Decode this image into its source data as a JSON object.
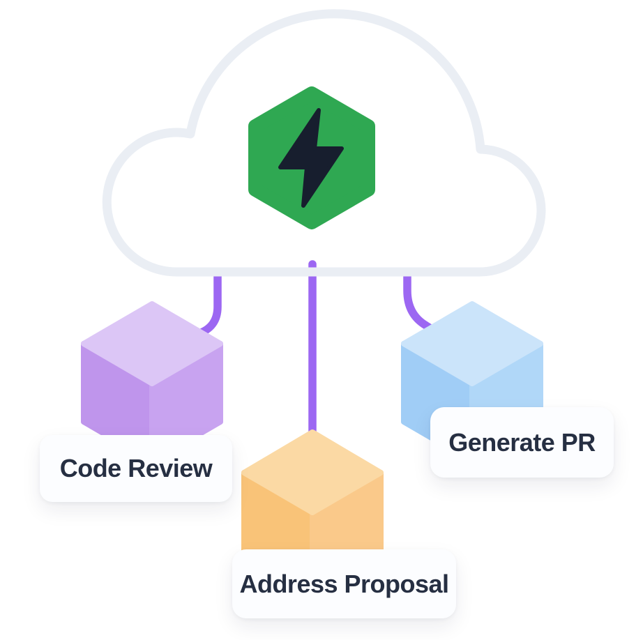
{
  "diagram": {
    "name": "cloud-automation-tasks",
    "hub": {
      "icon": "lightning-bolt-hexagon-icon",
      "container_icon": "cloud-outline-icon"
    },
    "nodes": [
      {
        "id": "code-review",
        "label": "Code Review",
        "icon": "cube-icon",
        "cube_color_name": "purple"
      },
      {
        "id": "address-proposal",
        "label": "Address Proposal",
        "icon": "cube-icon",
        "cube_color_name": "orange"
      },
      {
        "id": "generate-pr",
        "label": "Generate PR",
        "icon": "cube-icon",
        "cube_color_name": "blue"
      }
    ]
  },
  "colors": {
    "background": "#ffffff",
    "cloud_outline": "#eaeef4",
    "hexagon_green": "#2fa852",
    "bolt_dark": "#171e2e",
    "connector_purple": "#9c67f2",
    "card_background": "#fcfdff",
    "label_text": "#262f42",
    "purple_cube": {
      "top": "#dcc6f6",
      "left": "#bf95ec",
      "right": "#c8a3f0"
    },
    "orange_cube": {
      "top": "#fbd9a4",
      "left": "#f9c378",
      "right": "#fac98a"
    },
    "blue_cube": {
      "top": "#cbe4fa",
      "left": "#a0cdf6",
      "right": "#b0d7f8"
    }
  }
}
